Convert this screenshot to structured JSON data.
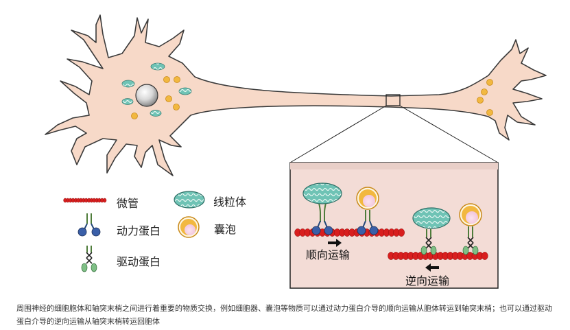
{
  "legend": {
    "microtubule": "微管",
    "mitochondrion": "线粒体",
    "kinesin": "动力蛋白",
    "vesicle": "囊泡",
    "dynein": "驱动蛋白"
  },
  "zoom": {
    "anterograde": "顺向运输",
    "retrograde": "逆向运输"
  },
  "caption": "周围神经的细胞胞体和轴突末梢之间进行着重要的物质交换，例如细胞器、囊泡等物质可以通过动力蛋白介导的顺向运输从胞体转运到轴突末梢；也可以通过驱动蛋白介导的逆向运输从轴突末梢转运回胞体",
  "colors": {
    "cell": "#f7d9c8",
    "zoom_bg": "#f3dcd6",
    "microtubule": "#d81e1e",
    "kinesin_head": "#3a5fa8",
    "dynein_head": "#7fbf86",
    "mito": "#6fc3b5",
    "vesicle": "#f2b840"
  }
}
